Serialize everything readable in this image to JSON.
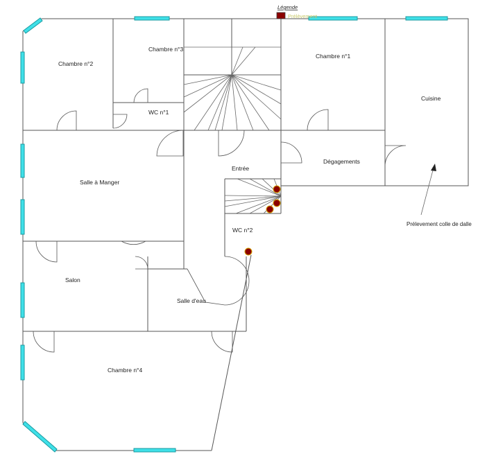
{
  "rooms": {
    "chambre2": "Chambre n°2",
    "chambre3": "Chambre n°3",
    "chambre1": "Chambre n°1",
    "cuisine": "Cuisine",
    "wc1": "WC n°1",
    "entree": "Entrée",
    "degagements": "Dégagements",
    "salle_manger": "Salle à Manger",
    "wc2": "WC n°2",
    "salon": "Salon",
    "salle_eau": "Salle d'eau",
    "chambre4": "Chambre n°4"
  },
  "annotation": {
    "prelevement": "Prélevement colle de dalle"
  },
  "legend": {
    "title": "Légende",
    "item": "Prélèvement"
  },
  "colors": {
    "window": "#3fe0e8",
    "sample": "#8b0000",
    "wall": "#555555"
  }
}
